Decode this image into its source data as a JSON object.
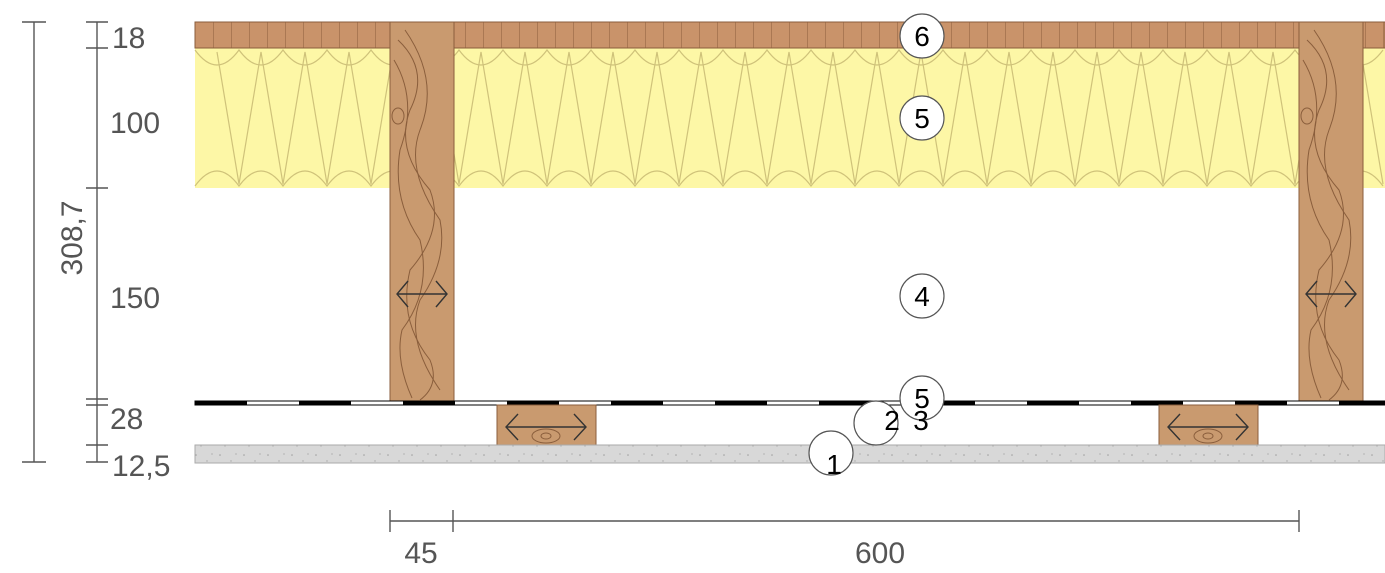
{
  "colors": {
    "insulation": "#fdf7a6",
    "wood": "#c99a6f",
    "board": "#c9936a",
    "plaster": "#d8d8d8",
    "membrane": "#000000",
    "dimension": "#555555"
  },
  "dimensions": {
    "total": "308,7",
    "layers": [
      "18",
      "100",
      "150",
      "28",
      "12,5"
    ],
    "stud_width": "45",
    "spacing": "600"
  },
  "layer_numbers": {
    "n6": "6",
    "n5_top": "5",
    "n4": "4",
    "n5_bottom": "5",
    "n2": "2",
    "n3": "3",
    "n1": "1"
  }
}
